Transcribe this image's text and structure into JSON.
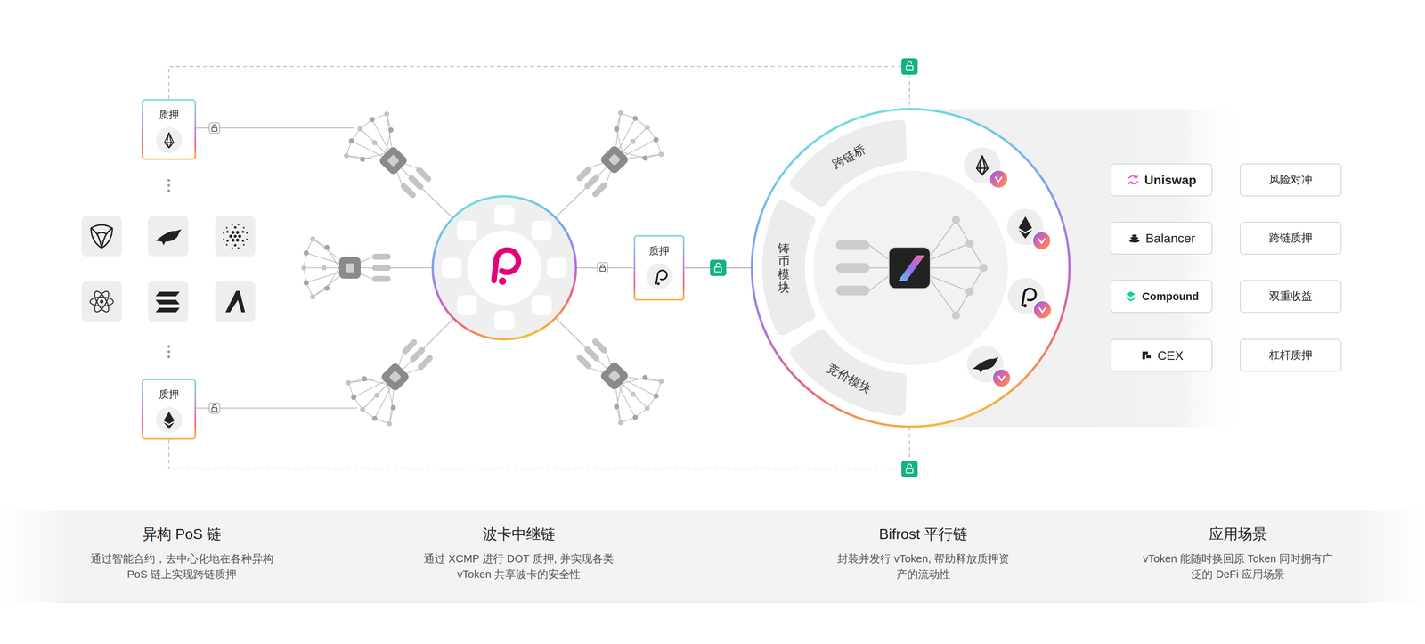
{
  "diagram": {
    "nodes": [
      {
        "text": [
          "质押"
        ]
      },
      {
        "text": [
          "质押"
        ]
      },
      {
        "text": [
          "质押"
        ]
      },
      {
        "text": [
          "跨链桥"
        ]
      },
      {
        "text": [
          "铸币模块"
        ]
      },
      {
        "text": [
          "竞价模块"
        ]
      },
      {
        "text": [
          "Uniswap"
        ]
      },
      {
        "text": [
          "风险对冲"
        ]
      },
      {
        "text": [
          "Balancer"
        ]
      },
      {
        "text": [
          "跨链质押"
        ]
      },
      {
        "text": [
          "Compound"
        ]
      },
      {
        "text": [
          "双重收益"
        ]
      },
      {
        "text": [
          "CEX"
        ]
      },
      {
        "text": [
          "杠杆质押"
        ]
      },
      {
        "text": [
          "异构 PoS 链",
          "通过智能合约，去中心化地在各种异构 PoS 链上实现跨链质押"
        ]
      },
      {
        "text": [
          "波卡中继链",
          "通过 XCMP 进行 DOT 质押, 并实现各类 vToken 共享波卡的安全性"
        ]
      },
      {
        "text": [
          "Bifrost 平行链",
          "封装并发行 vToken, 帮助释放质押资 产的流动性"
        ]
      },
      {
        "text": [
          "应用场景",
          "vToken 能随时换回原 Token 同时拥有广 泛的 DeFi 应用场景"
        ]
      }
    ],
    "edges": [
      {
        "from": 2,
        "to": 4,
        "arrow": "none"
      }
    ]
  }
}
